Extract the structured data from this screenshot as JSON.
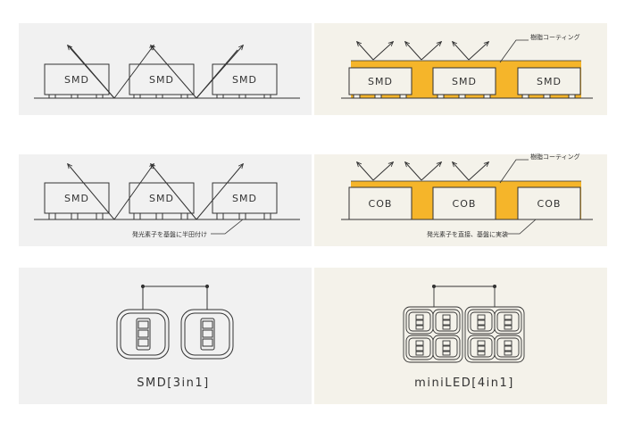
{
  "colors": {
    "panel_left": "#f1f1f1",
    "panel_right": "#f4f2ea",
    "resin": "#f5b52a",
    "line": "#333333"
  },
  "row1": {
    "left": {
      "chip_labels": [
        "SMD",
        "SMD",
        "SMD"
      ]
    },
    "right": {
      "chip_labels": [
        "SMD",
        "SMD",
        "SMD"
      ],
      "resin_label": "樹脂コーティング"
    }
  },
  "row2": {
    "left": {
      "chip_labels": [
        "SMD",
        "SMD",
        "SMD"
      ],
      "note": "発光素子を基盤に半田付け"
    },
    "right": {
      "chip_labels": [
        "COB",
        "COB",
        "COB"
      ],
      "resin_label": "樹脂コーティング",
      "note": "発光素子を直接、基盤に実装"
    }
  },
  "row3": {
    "left": {
      "caption": "SMD[3in1]"
    },
    "right": {
      "caption": "miniLED[4in1]"
    }
  }
}
